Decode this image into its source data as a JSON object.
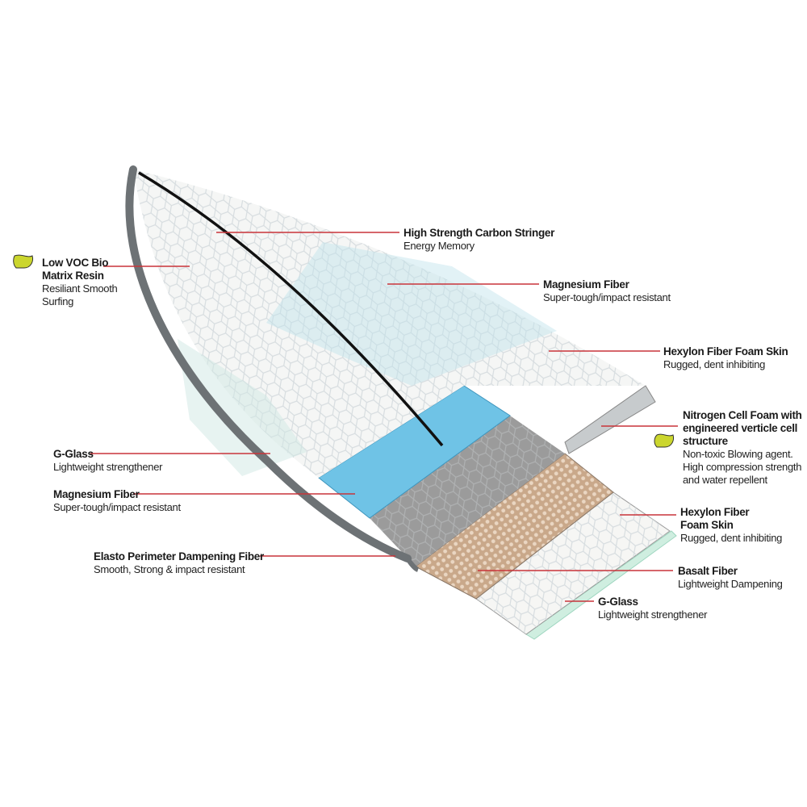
{
  "colors": {
    "leader_line": "#c9343a",
    "leaf": "#cbd62e",
    "blue_layer": "#6fc3e6",
    "grey_layer": "#9a9a9a",
    "basalt": "#c9a88a",
    "rail": "#6d7275"
  },
  "labels": [
    {
      "title": "Low VOC Bio",
      "title2": "Matrix Resin",
      "sub": "Resiliant Smooth",
      "sub2": "Surfing",
      "eco": true
    },
    {
      "title": "High Strength Carbon Stringer",
      "sub": "Energy Memory"
    },
    {
      "title": "Magnesium Fiber",
      "sub": "Super-tough/impact resistant"
    },
    {
      "title": "Hexylon Fiber Foam Skin",
      "sub": "Rugged, dent inhibiting"
    },
    {
      "title": "Nitrogen Cell Foam with",
      "title2": "engineered verticle cell",
      "title3": "structure",
      "sub": "Non-toxic Blowing agent.",
      "sub2": "High compression strength",
      "sub3": "and water repellent",
      "eco": true
    },
    {
      "title": "G-Glass",
      "sub": "Lightweight strengthener"
    },
    {
      "title": "Magnesium Fiber",
      "sub": "Super-tough/impact resistant"
    },
    {
      "title": "Hexylon Fiber",
      "title2": "Foam Skin",
      "sub": "Rugged, dent inhibiting"
    },
    {
      "title": "Elasto Perimeter Dampening Fiber",
      "sub": "Smooth, Strong & impact resistant"
    },
    {
      "title": "Basalt Fiber",
      "sub": "Lightweight Dampening"
    },
    {
      "title": "G-Glass",
      "sub": "Lightweight strengthener"
    }
  ]
}
